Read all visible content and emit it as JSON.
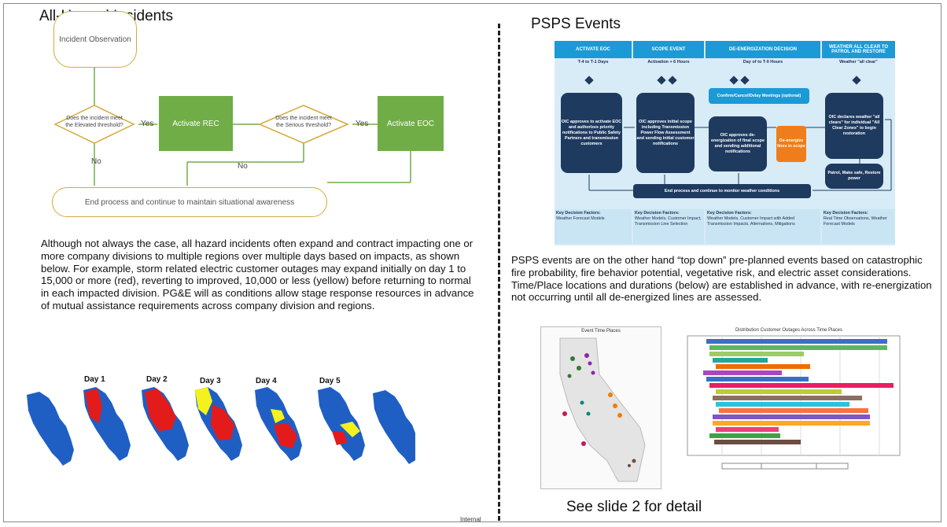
{
  "left": {
    "heading": "All-Hazard Incidents",
    "flow": {
      "start": "Incident Observation",
      "decision1": "Does the incident meet the Elevated threshold?",
      "yes1": "Yes",
      "no1": "No",
      "rec": "Activate REC",
      "decision2": "Does the incident meet the Serious threshold?",
      "yes2": "Yes",
      "no2": "No",
      "eoc": "Activate EOC",
      "end": "End process and continue to maintain situational awareness"
    },
    "paragraph": "Although not always the case, all hazard incidents often expand and contract impacting one or more company divisions to multiple regions over multiple days based on impacts, as shown below. For example, storm related electric customer outages may expand initially on day 1 to 15,000 or more (red), reverting to improved, 10,000 or less (yellow) before returning to normal in each impacted division. PG&E will as conditions allow stage response resources in advance of mutual assistance requirements across company division and regions.",
    "days": [
      "Day 1",
      "Day 2",
      "Day 3",
      "Day 4",
      "Day 5"
    ],
    "colors": {
      "blue": "#1f5fc4",
      "red": "#e31b1b",
      "yellow": "#f4f21c",
      "green": "#70ad47"
    }
  },
  "right": {
    "heading": "PSPS Events",
    "psps": {
      "phases": [
        "ACTIVATE EOC",
        "SCOPE EVENT",
        "DE-ENERGIZATION DECISION",
        "WEATHER ALL CLEAR TO PATROL AND RESTORE"
      ],
      "timing": [
        "T-4 to T-1 Days",
        "Activation + 6 Hours",
        "Day of to T-0 Hours",
        "Weather \"all clear\""
      ],
      "box1": "OIC approves to activate EOC and authorizes priority notifications to Public Safety Partners and transmission customers",
      "box2": "OIC approves initial scope including Transmission Power Flow Assessment and sending initial customer notifications",
      "confirm": "Confirm/Cancel/Delay Meetings (optional)",
      "box3": "OIC approves de-energization of final scope and sending additional notifications",
      "box4": "De-energize lines in scope",
      "box5": "OIC declares weather \"all clears\" for individual \"All Clear Zones\" to begin restoration",
      "box6": "Patrol, Make safe, Restore power",
      "endbar": "End process and continue to monitor weather conditions",
      "kdf_title": "Key Decision Factors:",
      "kdf": [
        "Weather Forecast Models",
        "Weather Models, Customer Impact, Transmission Line Selection",
        "Weather Models, Customer Impact with Added Transmission Impacts, Alternatives, Mitigations",
        "Real Time Observations, Weather Forecast Models"
      ]
    },
    "paragraph": "PSPS events are on the other hand “top down” pre-planned events based on catastrophic fire probability, fire behavior potential, vegetative risk, and electric asset considerations. Time/Place locations and durations (below) are established in advance, with re-energization not occurring until all de-energized lines are assessed.",
    "map_title": "Event Time Places",
    "gantt_title": "Distribution Customer Outages Across Time Places",
    "caption": "See slide 2 for detail",
    "colors": {
      "header": "#1b9ad6",
      "navy": "#1f3a5f",
      "orange": "#f07d1b"
    }
  },
  "footer": "Internal"
}
